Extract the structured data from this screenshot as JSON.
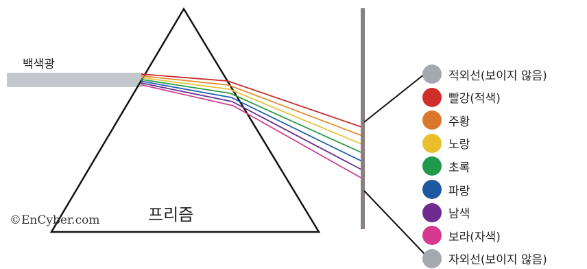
{
  "diagram": {
    "white_light_label": "백색광",
    "prism_label": "프리즘",
    "copyright": "©EnCyber.com",
    "beam_color": "#c3c8ce",
    "screen_color": "#8c7f82",
    "spectrum": [
      {
        "label": "적외선(보이지 않음)",
        "color": "#a5a8ae",
        "ray": null
      },
      {
        "label": "빨강(적색)",
        "color": "#cf2e2a",
        "ray": "#c8282a"
      },
      {
        "label": "주황",
        "color": "#d9772a",
        "ray": "#e48a2e"
      },
      {
        "label": "노랑",
        "color": "#e9bf2c",
        "ray": "#e6c43a"
      },
      {
        "label": "초록",
        "color": "#1f9a4a",
        "ray": "#2e9b4a"
      },
      {
        "label": "파랑",
        "color": "#1d58a0",
        "ray": "#1e60b0"
      },
      {
        "label": "남색",
        "color": "#6f2b8f",
        "ray": "#6a2f8f"
      },
      {
        "label": "보라(자색)",
        "color": "#d6398f",
        "ray": "#d23f8f"
      },
      {
        "label": "자외선(보이지 않음)",
        "color": "#a5a8ae",
        "ray": null
      }
    ]
  }
}
